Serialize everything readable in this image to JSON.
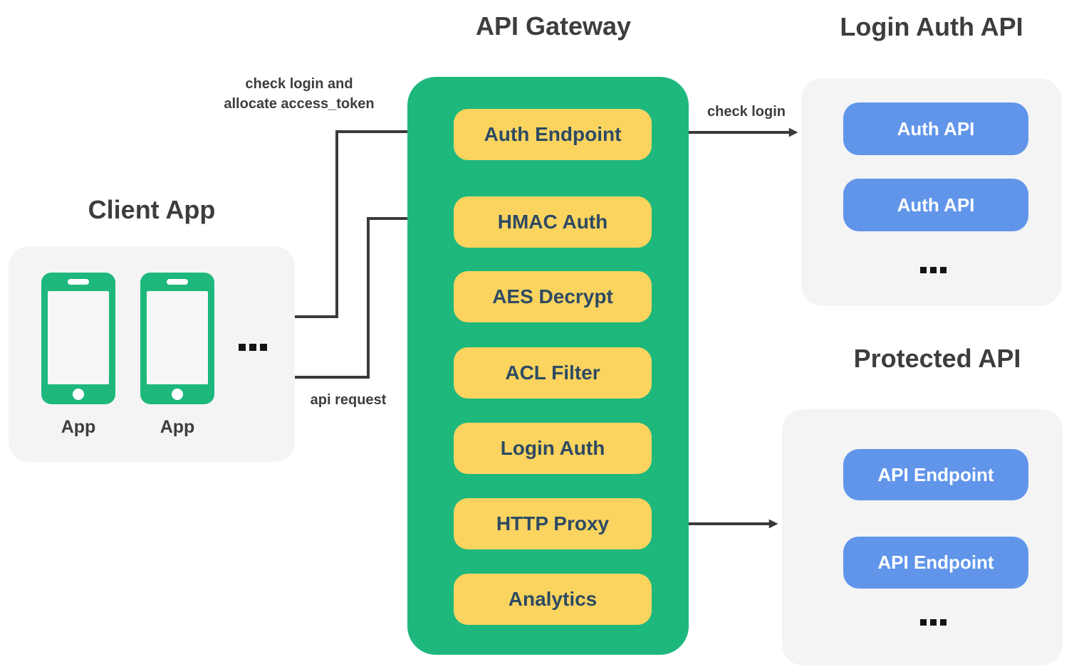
{
  "colors": {
    "green": "#1eb87d",
    "yellow": "#fad45f",
    "blue": "#6095ea",
    "panel": "#f4f4f5",
    "ink": "#3d3d3d",
    "navy": "#2e4a63",
    "arrow": "#3a3a3a",
    "screen": "#f7f7f8",
    "white": "#ffffff"
  },
  "client": {
    "title": "Client App",
    "phones": [
      {
        "label": "App"
      },
      {
        "label": "App"
      }
    ],
    "ellipsis": "..."
  },
  "gateway": {
    "title": "API Gateway",
    "nodes": [
      {
        "label": "Auth Endpoint"
      },
      {
        "label": "HMAC Auth"
      },
      {
        "label": "AES Decrypt"
      },
      {
        "label": "ACL Filter"
      },
      {
        "label": "Login Auth"
      },
      {
        "label": "HTTP Proxy"
      },
      {
        "label": "Analytics"
      }
    ]
  },
  "login_auth_api": {
    "title": "Login Auth API",
    "nodes": [
      {
        "label": "Auth API"
      },
      {
        "label": "Auth API"
      }
    ],
    "ellipsis": "..."
  },
  "protected_api": {
    "title": "Protected API",
    "nodes": [
      {
        "label": "API Endpoint"
      },
      {
        "label": "API Endpoint"
      }
    ],
    "ellipsis": "..."
  },
  "edge_labels": {
    "check_login_allocate_line1": "check login and",
    "check_login_allocate_line2": "allocate access_token",
    "api_request": "api request",
    "check_login": "check login"
  }
}
